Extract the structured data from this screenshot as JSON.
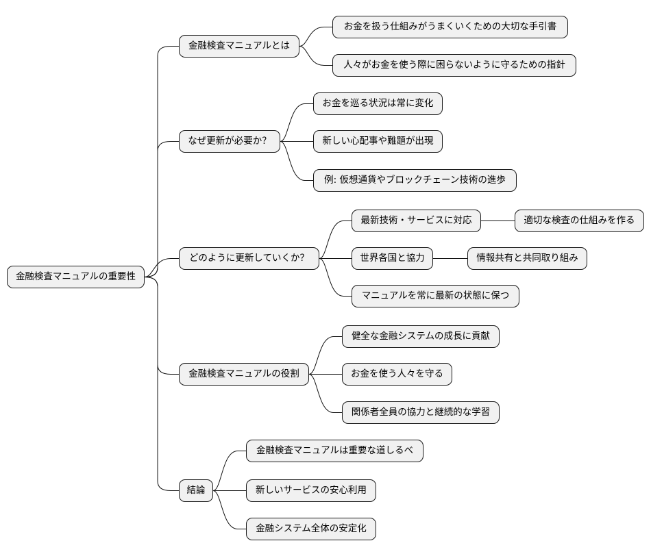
{
  "root": "金融検査マニュアルの重要性",
  "branches": [
    {
      "label": "金融検査マニュアルとは",
      "children": [
        {
          "label": "お金を扱う仕組みがうまくいくための大切な手引書"
        },
        {
          "label": "人々がお金を使う際に困らないように守るための指針"
        }
      ]
    },
    {
      "label": "なぜ更新が必要か？",
      "children": [
        {
          "label": "お金を巡る状況は常に変化"
        },
        {
          "label": "新しい心配事や難題が出現"
        },
        {
          "label": "例: 仮想通貨やブロックチェーン技術の進歩"
        }
      ]
    },
    {
      "label": "どのように更新していくか？",
      "children": [
        {
          "label": "最新技術・サービスに対応",
          "children": [
            {
              "label": "適切な検査の仕組みを作る"
            }
          ]
        },
        {
          "label": "世界各国と協力",
          "children": [
            {
              "label": "情報共有と共同取り組み"
            }
          ]
        },
        {
          "label": "マニュアルを常に最新の状態に保つ"
        }
      ]
    },
    {
      "label": "金融検査マニュアルの役割",
      "children": [
        {
          "label": "健全な金融システムの成長に貢献"
        },
        {
          "label": "お金を使う人々を守る"
        },
        {
          "label": "関係者全員の協力と継続的な学習"
        }
      ]
    },
    {
      "label": "結論",
      "children": [
        {
          "label": "金融検査マニュアルは重要な道しるべ"
        },
        {
          "label": "新しいサービスの安心利用"
        },
        {
          "label": "金融システム全体の安定化"
        }
      ]
    }
  ]
}
